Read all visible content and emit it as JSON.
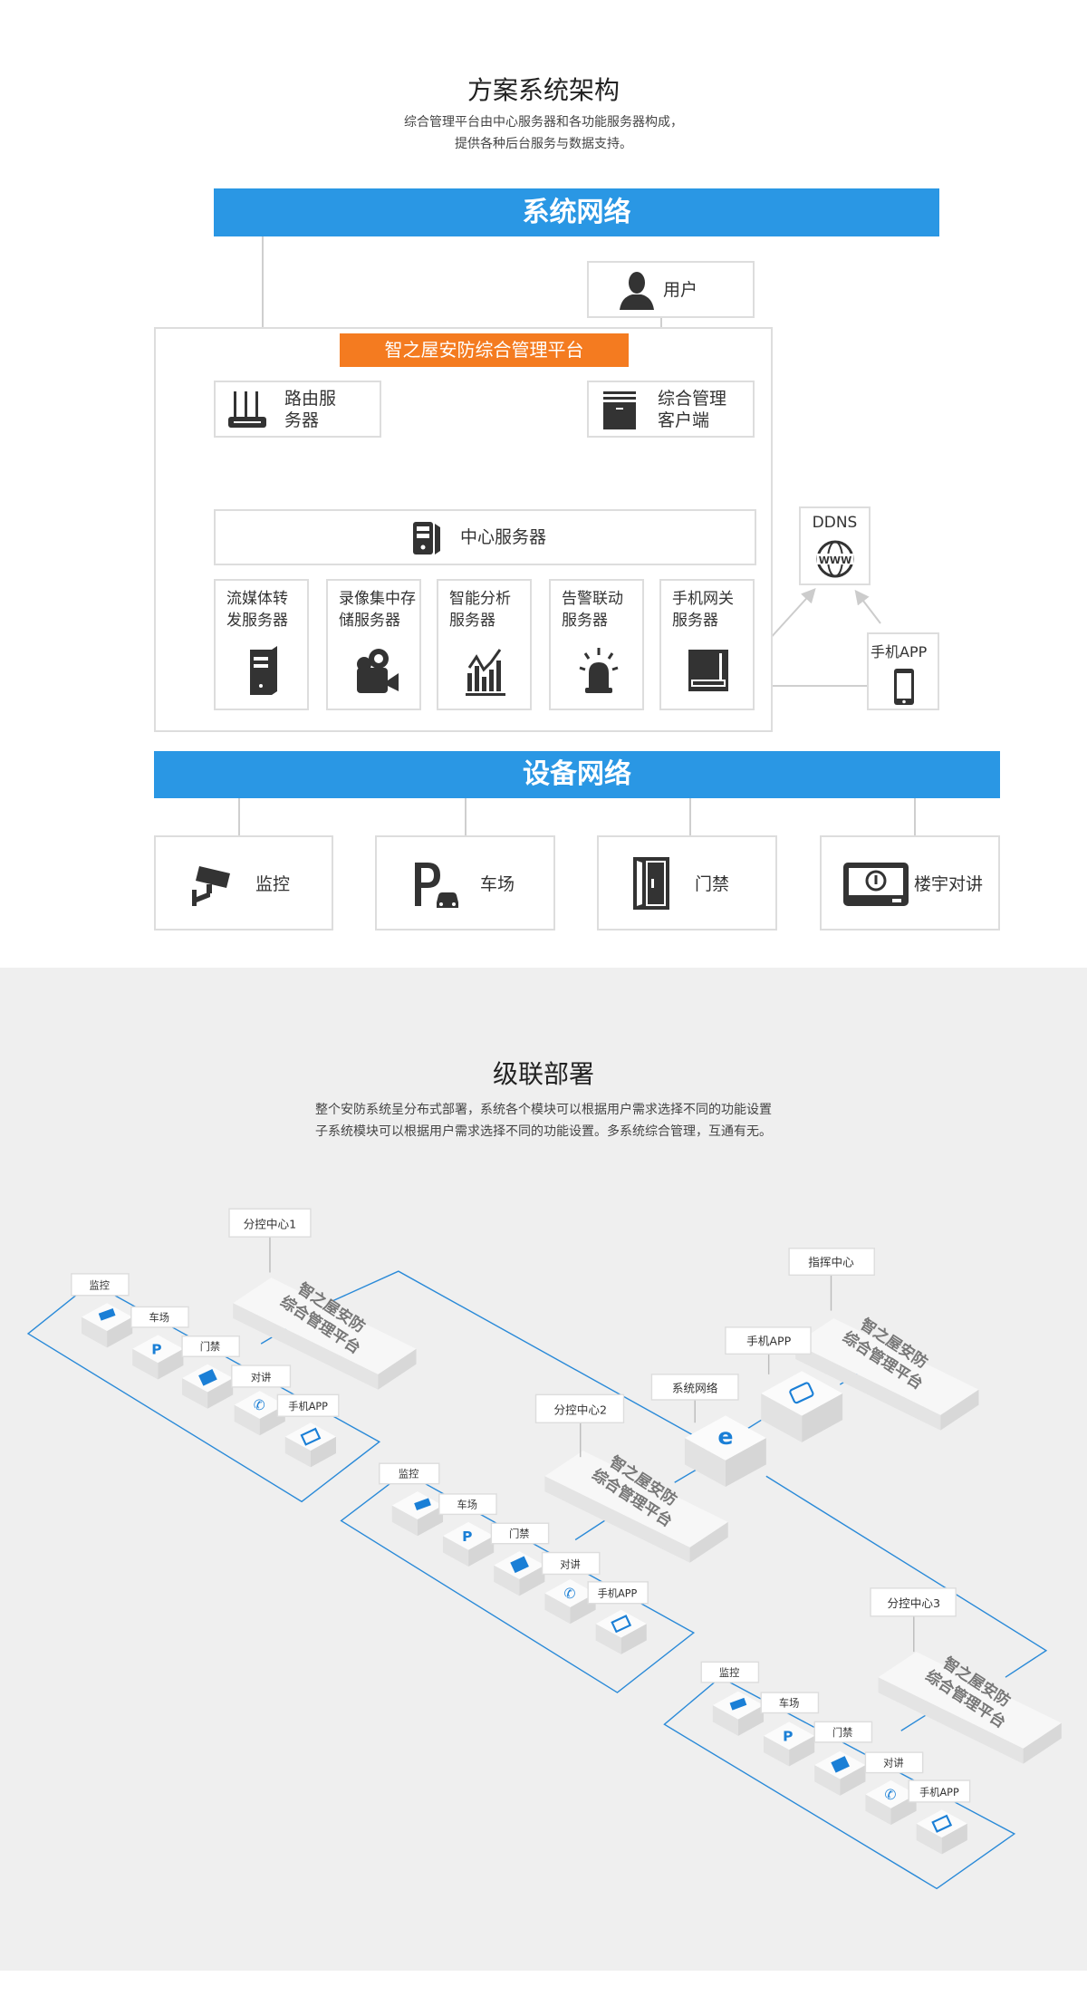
{
  "architecture": {
    "title": "方案系统架构",
    "subtitle_1": "综合管理平台由中心服务器和各功能服务器构成，",
    "subtitle_2": "提供各种后台服务与数据支持。",
    "system_network": "系统网络",
    "user": "用户",
    "platform": "智之屋安防综合管理平台",
    "router": [
      "路由服",
      "务器"
    ],
    "client": [
      "综合管理",
      "客户端"
    ],
    "central_server": "中心服务器",
    "servers": [
      {
        "l1": "流媒体转",
        "l2": "发服务器",
        "icon": "server-tower-icon"
      },
      {
        "l1": "录像集中存",
        "l2": "储服务器",
        "icon": "video-camera-icon"
      },
      {
        "l1": "智能分析",
        "l2": "服务器",
        "icon": "chart-icon"
      },
      {
        "l1": "告警联动",
        "l2": "服务器",
        "icon": "alarm-light-icon"
      },
      {
        "l1": "手机网关",
        "l2": "服务器",
        "icon": "gateway-icon"
      }
    ],
    "ddns": "DDNS",
    "www": "WWW",
    "mobile_app": "手机APP",
    "device_network": "设备网络",
    "devices": [
      "监控",
      "车场",
      "门禁",
      "楼宇对讲"
    ],
    "colors": {
      "blue": "#2a97e4",
      "orange": "#f47b20"
    }
  },
  "cascade": {
    "title": "级联部署",
    "subtitle_1": "整个安防系统呈分布式部署，系统各个模块可以根据用户需求选择不同的功能设置",
    "subtitle_2": "子系统模块可以根据用户需求选择不同的功能设置。多系统综合管理，互通有无。",
    "centers": [
      "分控中心1",
      "分控中心2",
      "分控中心3"
    ],
    "command_center": "指挥中心",
    "mobile_app": "手机APP",
    "system_network": "系统网络",
    "platform_l1": "智之屋安防",
    "platform_l2": "综合管理平台",
    "modules": [
      "监控",
      "车场",
      "门禁",
      "对讲",
      "手机APP"
    ]
  }
}
